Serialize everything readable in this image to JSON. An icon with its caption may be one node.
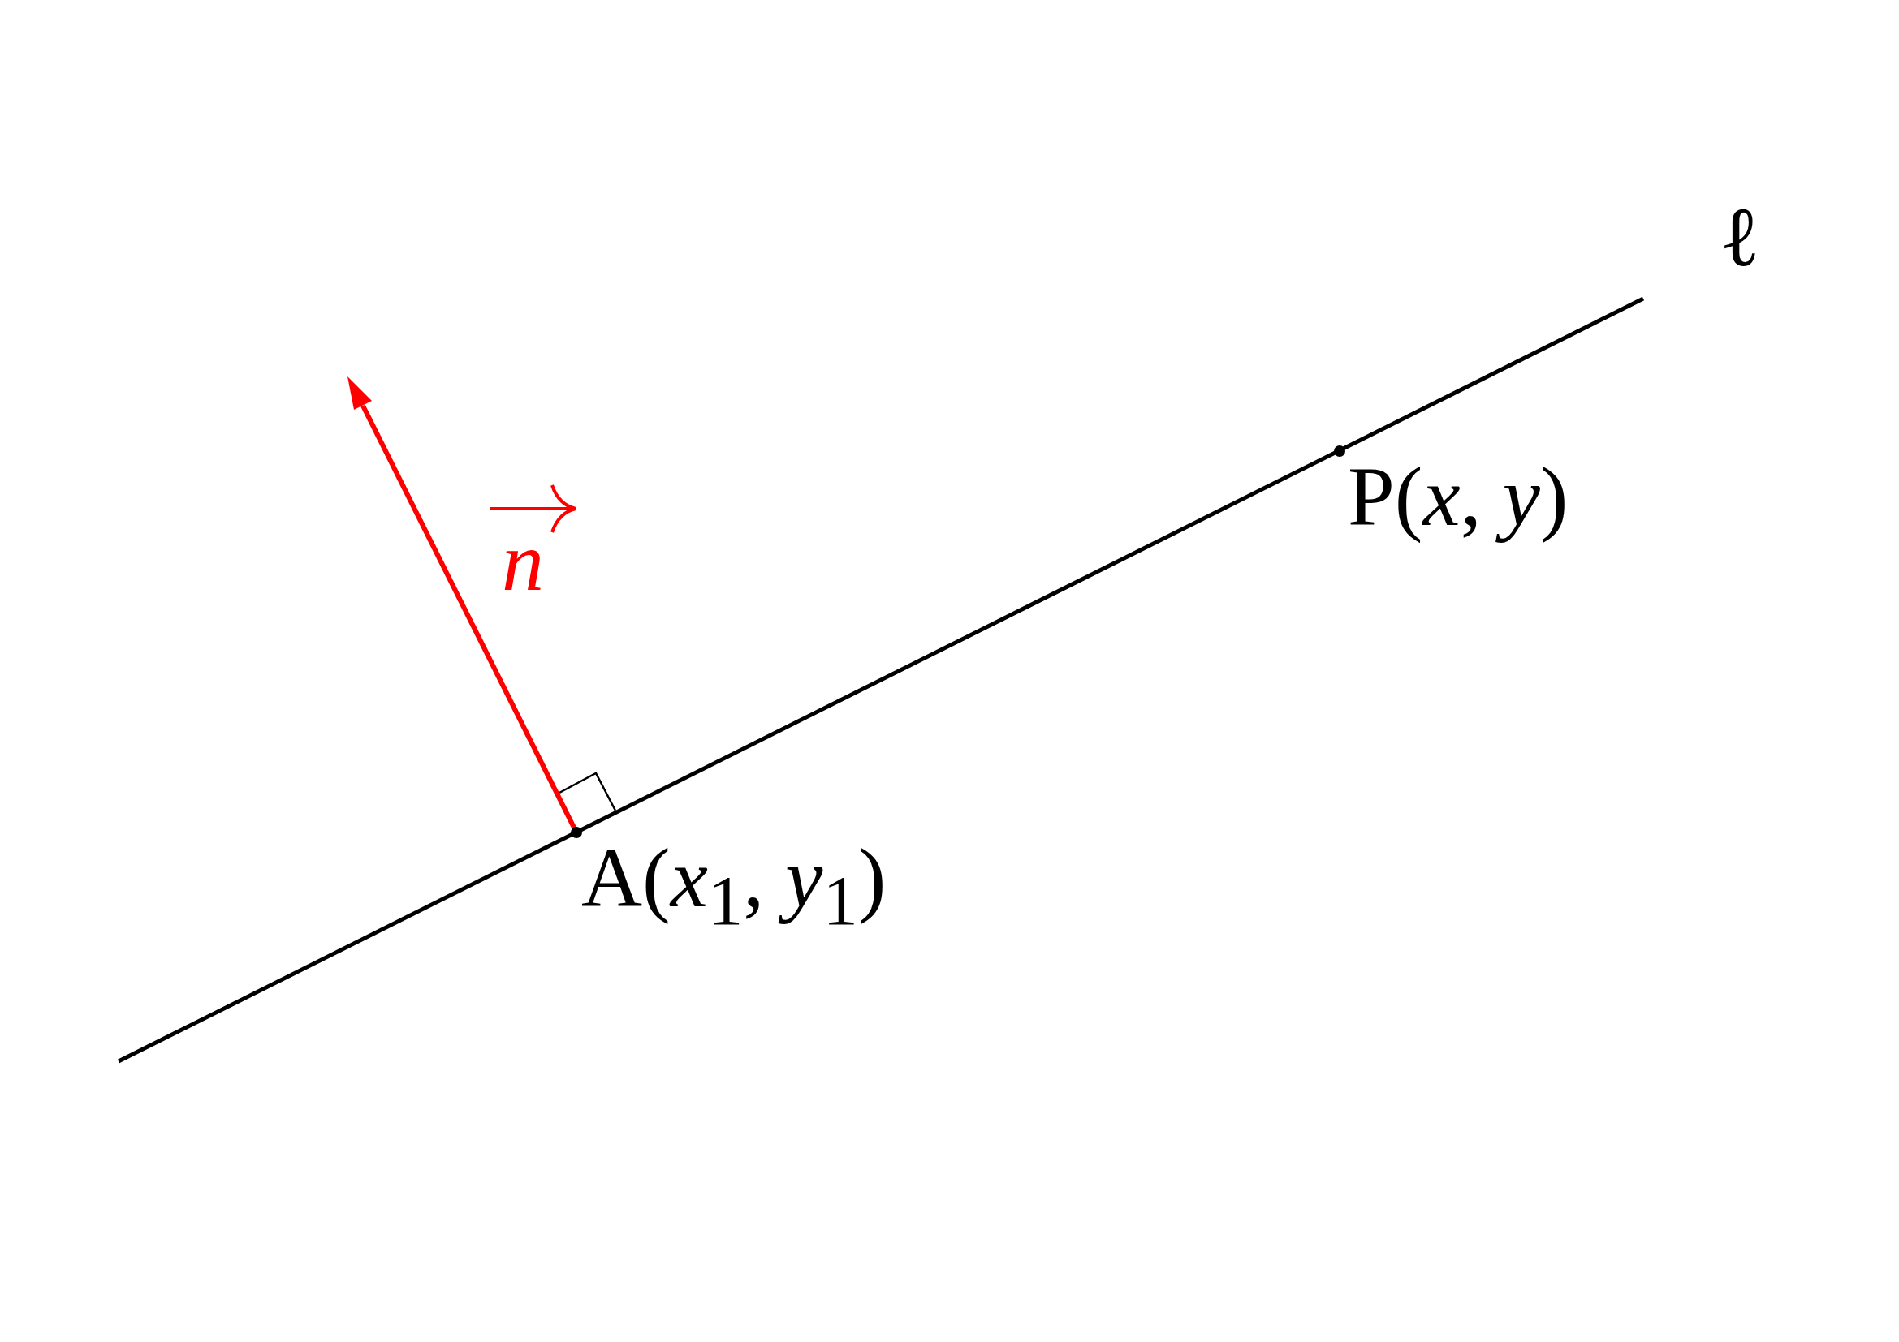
{
  "diagram": {
    "labels": [
      "ℓ",
      "P(*x*, *y*)",
      "A(*x*$_{1}$, *y*$_{1}$)",
      "n"
    ]
  }
}
